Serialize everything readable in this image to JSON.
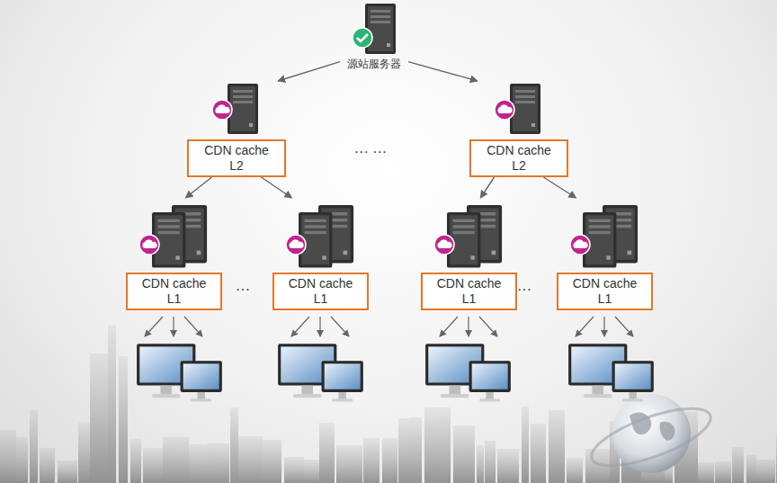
{
  "diagram": {
    "nodes": [
      {
        "text": [
          "源站服务器"
        ]
      },
      {
        "text": [
          "CDN cache L2"
        ]
      },
      {
        "text": [
          "CDN cache L2"
        ]
      },
      {
        "text": [
          "CDN cache L1"
        ]
      },
      {
        "text": [
          "CDN cache L1"
        ]
      },
      {
        "text": [
          "CDN cache L1"
        ]
      },
      {
        "text": [
          "CDN cache L1"
        ]
      }
    ],
    "edges": [
      {
        "from": 0,
        "to": 1,
        "arrow": "to"
      },
      {
        "from": 0,
        "to": 2,
        "arrow": "to"
      },
      {
        "from": 1,
        "to": 3,
        "arrow": "to"
      },
      {
        "from": 1,
        "to": 4,
        "arrow": "to"
      },
      {
        "from": 2,
        "to": 5,
        "arrow": "to"
      },
      {
        "from": 2,
        "to": 6,
        "arrow": "to"
      }
    ],
    "labels": [
      "··· ···",
      "···",
      "···"
    ]
  }
}
